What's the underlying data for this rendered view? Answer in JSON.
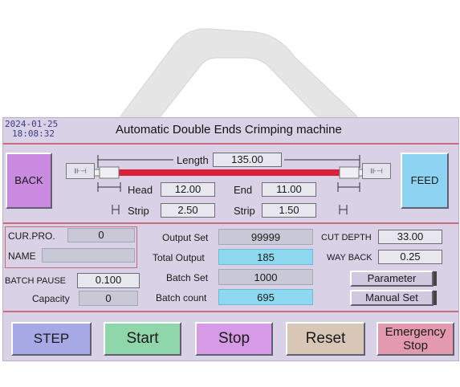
{
  "datetime": {
    "date": "2024-01-25",
    "time": "18:08:32"
  },
  "title": "Automatic Double Ends Crimping machine",
  "wire": {
    "length_label": "Length",
    "length_value": "135.00",
    "head_label": "Head",
    "head_value": "12.00",
    "end_label": "End",
    "end_value": "11.00",
    "strip_left_label": "Strip",
    "strip_left_value": "2.50",
    "strip_right_label": "Strip",
    "strip_right_value": "1.50",
    "connector_glyph": "⊪⊣"
  },
  "side_buttons": {
    "back": "BACK",
    "feed": "FEED"
  },
  "left_panel": {
    "cur_pro_label": "CUR.PRO.",
    "cur_pro_value": "0",
    "name_label": "NAME",
    "name_value": "",
    "batch_pause_label": "BATCH PAUSE",
    "batch_pause_value": "0.100",
    "capacity_label": "Capacity",
    "capacity_value": "0"
  },
  "center_panel": {
    "output_set_label": "Output Set",
    "output_set_value": "99999",
    "total_output_label": "Total Output",
    "total_output_value": "185",
    "batch_set_label": "Batch Set",
    "batch_set_value": "1000",
    "batch_count_label": "Batch count",
    "batch_count_value": "695"
  },
  "right_panel": {
    "cut_depth_label": "CUT DEPTH",
    "cut_depth_value": "33.00",
    "way_back_label": "WAY BACK",
    "way_back_value": "0.25",
    "parameter_button": "Parameter",
    "manual_set_button": "Manual Set"
  },
  "bottom_buttons": {
    "step": "STEP",
    "start": "Start",
    "stop": "Stop",
    "reset": "Reset",
    "emergency_line1": "Emergency",
    "emergency_line2": "Stop"
  },
  "colors": {
    "screen_bg": "#d9d2e6",
    "divider": "#c86b7a",
    "wire_red": "#d9203a",
    "back_btn": "#c98ae0",
    "feed_btn": "#8fd3f2",
    "step_btn": "#a7a8e6",
    "start_btn": "#8fd6aa",
    "stop_btn": "#d69ae6",
    "reset_btn": "#d8c6b6",
    "emergency_btn": "#e49aae",
    "cyan_value": "#8ed8f0"
  }
}
